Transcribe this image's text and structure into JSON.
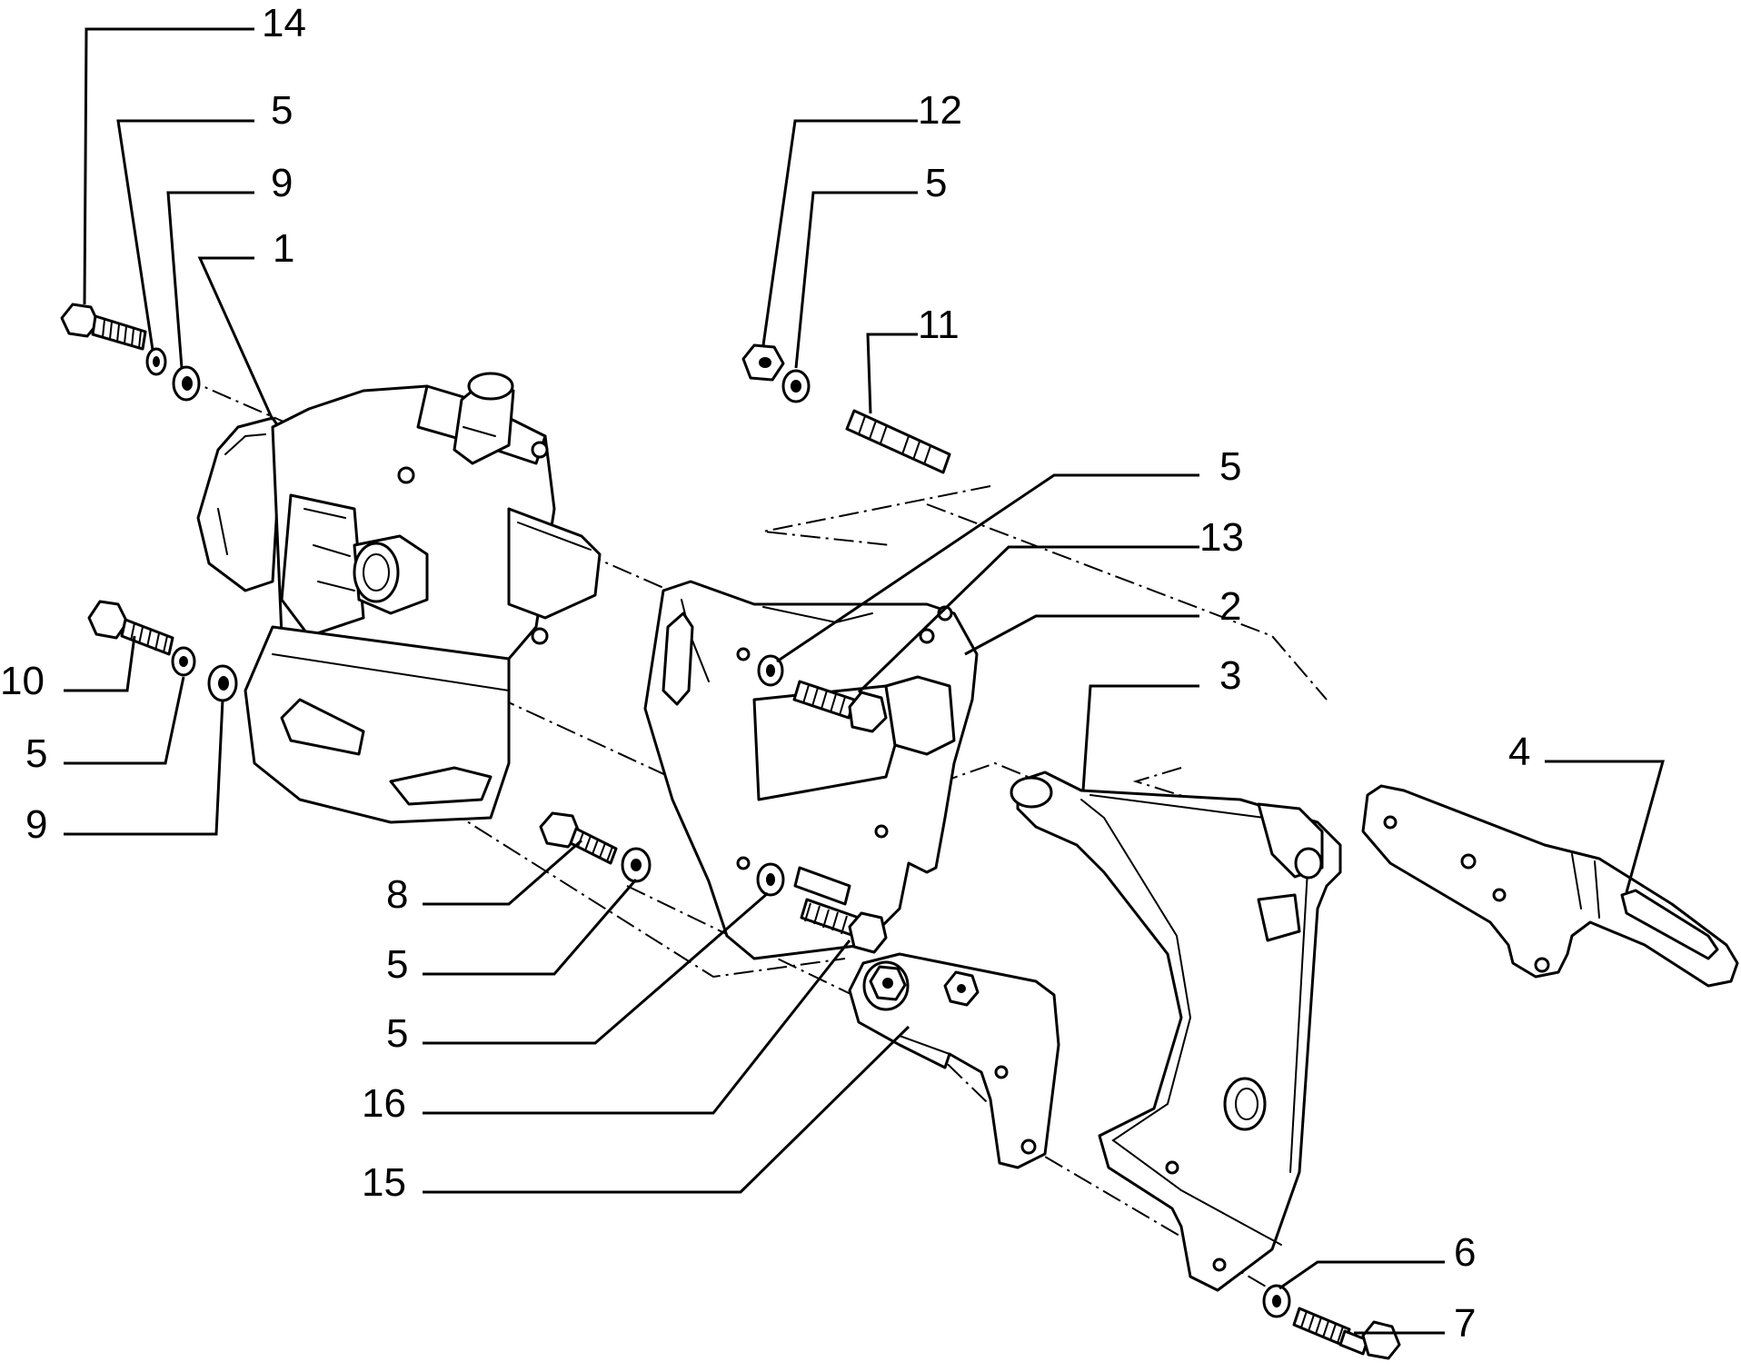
{
  "diagram": {
    "callouts": [
      {
        "id": "c14-top",
        "text": "14"
      },
      {
        "id": "c5-top-left",
        "text": "5"
      },
      {
        "id": "c9-top-left",
        "text": "9"
      },
      {
        "id": "c1",
        "text": "1"
      },
      {
        "id": "c12",
        "text": "12"
      },
      {
        "id": "c5-top-mid",
        "text": "5"
      },
      {
        "id": "c11",
        "text": "11"
      },
      {
        "id": "c5-right",
        "text": "5"
      },
      {
        "id": "c13",
        "text": "13"
      },
      {
        "id": "c2",
        "text": "2"
      },
      {
        "id": "c3",
        "text": "3"
      },
      {
        "id": "c4",
        "text": "4"
      },
      {
        "id": "c10",
        "text": "10"
      },
      {
        "id": "c5-left",
        "text": "5"
      },
      {
        "id": "c9-left",
        "text": "9"
      },
      {
        "id": "c8",
        "text": "8"
      },
      {
        "id": "c5-mid-1",
        "text": "5"
      },
      {
        "id": "c5-mid-2",
        "text": "5"
      },
      {
        "id": "c16",
        "text": "16"
      },
      {
        "id": "c15",
        "text": "15"
      },
      {
        "id": "c6",
        "text": "6"
      },
      {
        "id": "c7",
        "text": "7"
      }
    ]
  }
}
